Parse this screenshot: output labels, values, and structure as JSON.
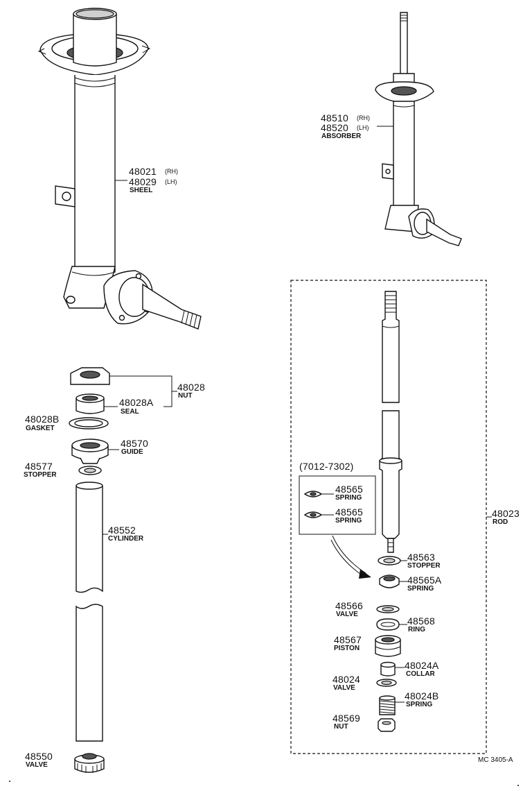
{
  "labels": {
    "shell": {
      "num1": "48021",
      "side1": "(RH)",
      "num2": "48029",
      "side2": "(LH)",
      "name": "SHEEL"
    },
    "absorber": {
      "num1": "48510",
      "side1": "(RH)",
      "num2": "48520",
      "side2": "(LH)",
      "name": "ABSORBER"
    },
    "nut_48028": {
      "num": "48028",
      "name": "NUT"
    },
    "seal": {
      "num": "48028A",
      "name": "SEAL"
    },
    "gasket": {
      "num": "48028B",
      "name": "GASKET"
    },
    "guide": {
      "num": "48570",
      "name": "GUIDE"
    },
    "stopper_48577": {
      "num": "48577",
      "name": "STOPPER"
    },
    "cylinder": {
      "num": "48552",
      "name": "CYLINDER"
    },
    "valve_48550": {
      "num": "48550",
      "name": "VALVE"
    },
    "date_range": "(7012-7302)",
    "spring_a": {
      "num": "48565",
      "name": "SPRING"
    },
    "spring_b": {
      "num": "48565",
      "name": "SPRING"
    },
    "rod": {
      "num": "48023",
      "name": "ROD"
    },
    "stopper_48563": {
      "num": "48563",
      "name": "STOPPER"
    },
    "spring_48565A": {
      "num": "48565A",
      "name": "SPRING"
    },
    "valve_48566": {
      "num": "48566",
      "name": "VALVE"
    },
    "ring": {
      "num": "48568",
      "name": "RING"
    },
    "piston": {
      "num": "48567",
      "name": "PISTON"
    },
    "collar": {
      "num": "48024A",
      "name": "COLLAR"
    },
    "valve_48024": {
      "num": "48024",
      "name": "VALVE"
    },
    "spring_48024B": {
      "num": "48024B",
      "name": "SPRING"
    },
    "nut_48569": {
      "num": "48569",
      "name": "NUT"
    },
    "drawing_code": "MC 3405-A"
  }
}
